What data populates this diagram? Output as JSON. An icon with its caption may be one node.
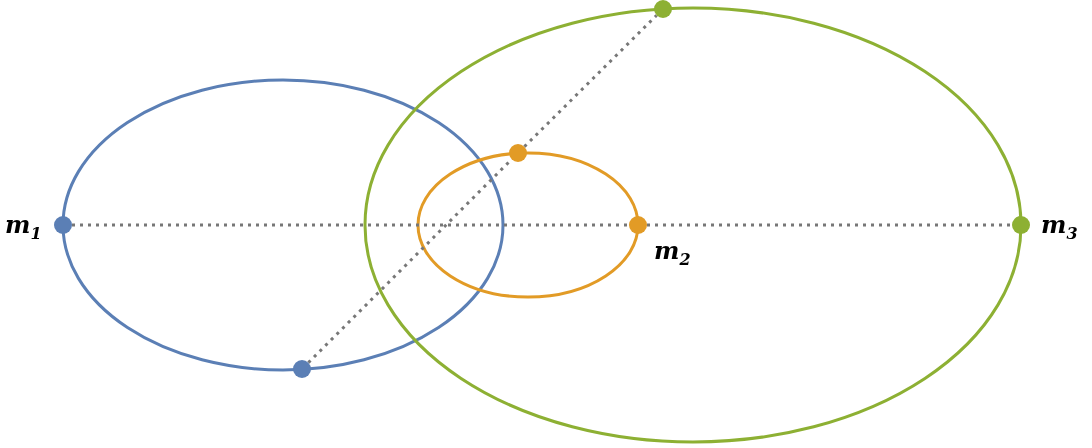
{
  "diagram": {
    "nodes": [
      {
        "text": [],
        "shape": "circle",
        "beside": [
          "m$_{1}$"
        ]
      },
      {
        "text": [],
        "shape": "circle"
      },
      {
        "text": [],
        "shape": "circle"
      },
      {
        "text": [],
        "shape": "circle",
        "beside": [
          "m$_{2}$"
        ]
      },
      {
        "text": [],
        "shape": "circle"
      },
      {
        "text": [],
        "shape": "circle",
        "beside": [
          "m$_{3}$"
        ]
      }
    ],
    "edges": [
      {
        "from": 0,
        "to": 3,
        "arrow": "none"
      },
      {
        "from": 3,
        "to": 5,
        "arrow": "none"
      },
      {
        "from": 1,
        "to": 2,
        "arrow": "none"
      },
      {
        "from": 2,
        "to": 4,
        "arrow": "none"
      }
    ]
  }
}
